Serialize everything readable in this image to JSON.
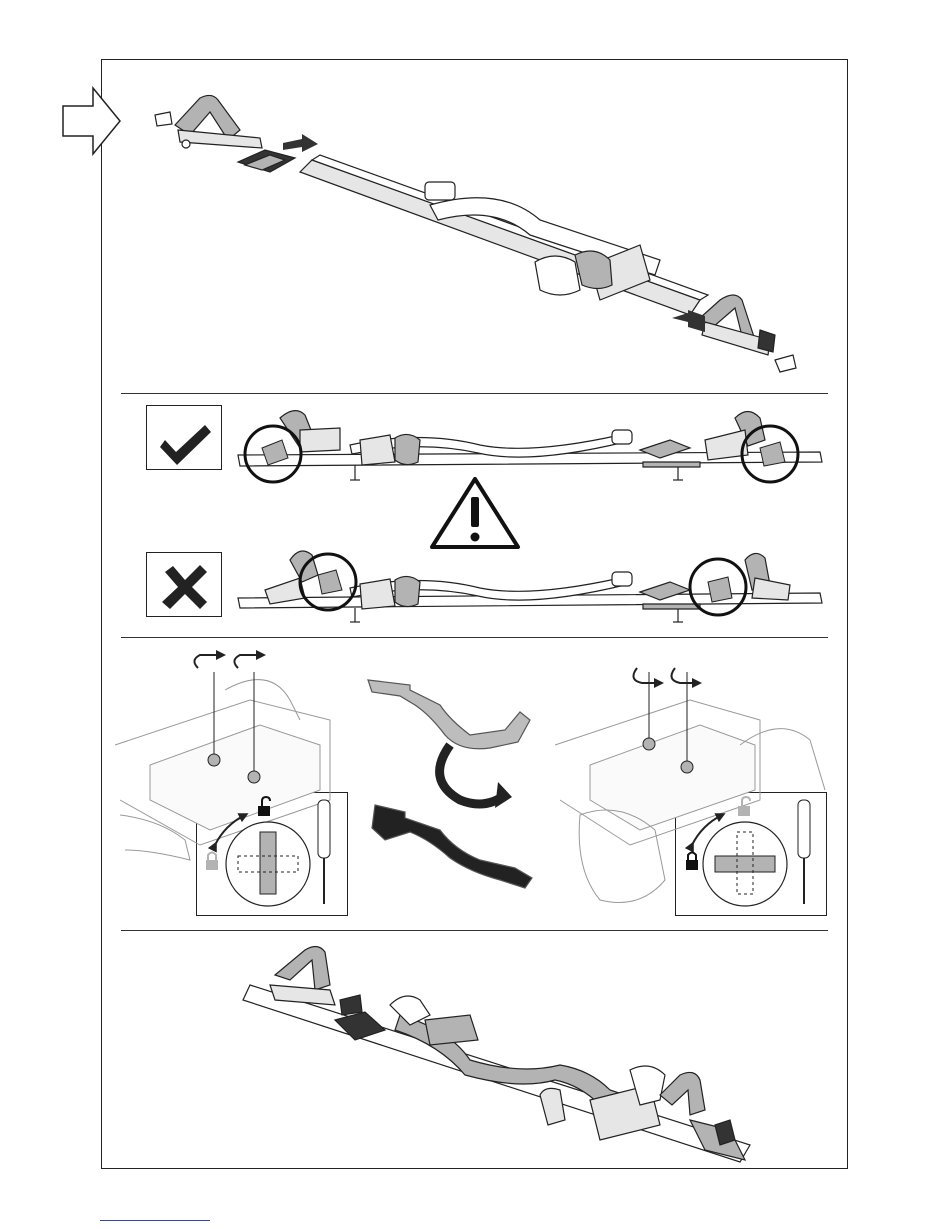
{
  "page": {
    "title": "",
    "colors": {
      "stroke": "#222222",
      "fill_light": "#e6e6e6",
      "fill_mid": "#b3b3b3",
      "fill_dark": "#333333",
      "footer": "#3344aa"
    }
  },
  "steps": [
    {
      "id": "assembly",
      "icon": "arrow-right-icon"
    },
    {
      "id": "mounting-check",
      "icon": "warning-icon",
      "correct": "check-icon",
      "wrong": "cross-icon"
    },
    {
      "id": "lock-adjust",
      "icons": [
        "rotate-icon",
        "screwdriver-icon",
        "lock-icon",
        "unlock-icon"
      ]
    },
    {
      "id": "final-assembly"
    }
  ]
}
